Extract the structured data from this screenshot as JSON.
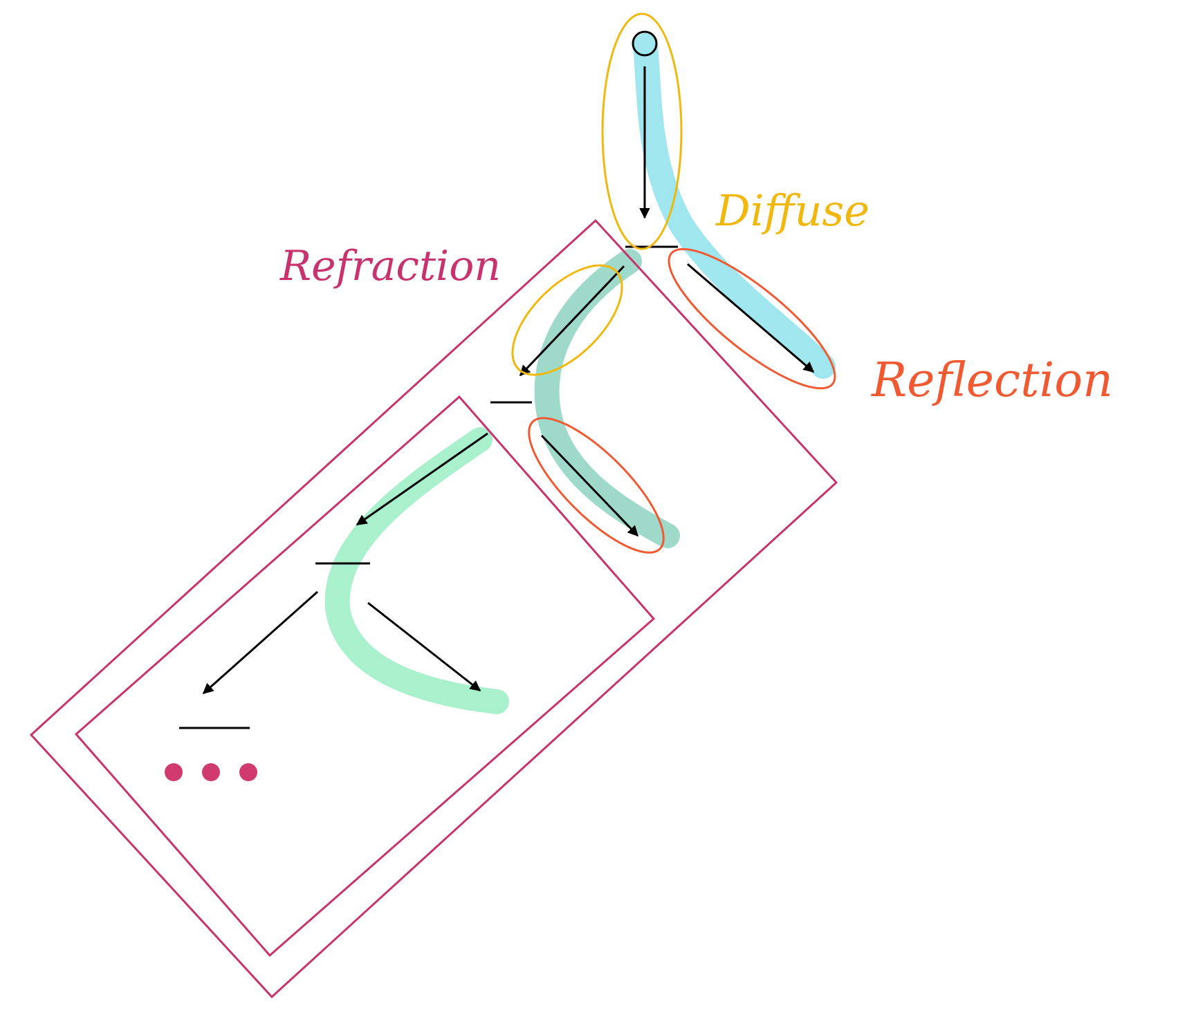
{
  "labels": {
    "diffuse": "Diffuse",
    "refraction": "Refraction",
    "reflection": "Reflection"
  },
  "colors": {
    "diffuse": "#F0B80F",
    "reflection": "#EF5A32",
    "refraction": "#C7346D",
    "ray_arrow": "#000000",
    "path_primary": "#A0E6EF",
    "path_secondary": "#9ED9C9",
    "path_tertiary": "#A9F0CC",
    "continuation_dots": "#D03A6F"
  },
  "icons": {
    "light_source": "circle-icon",
    "continuation": "ellipsis-icon"
  }
}
